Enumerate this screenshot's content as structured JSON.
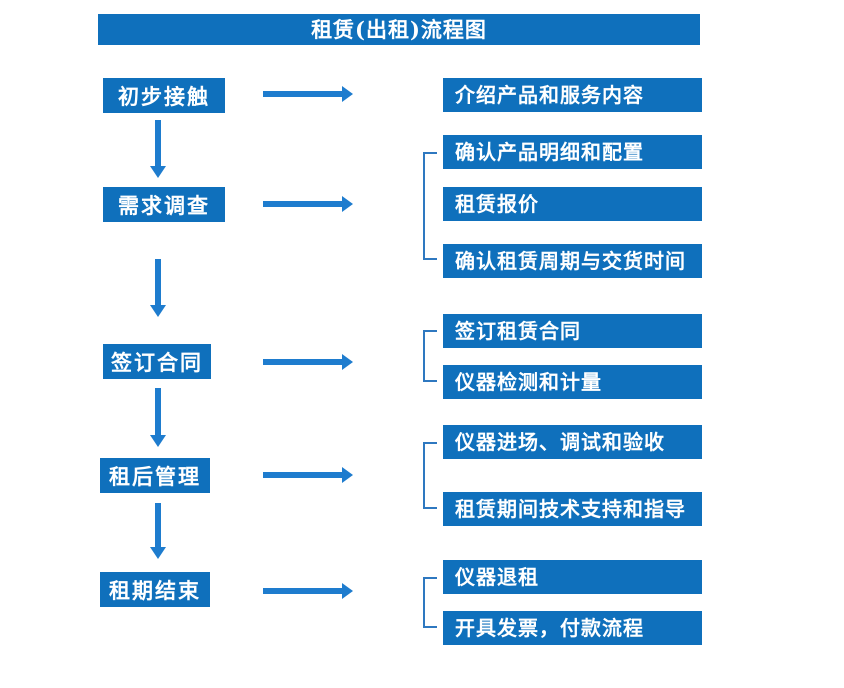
{
  "title": "租赁(出租)流程图",
  "colors": {
    "background": "#ffffff",
    "box_fill": "#0F70BC",
    "box_text": "#ffffff",
    "arrow": "#1E7CCE",
    "bracket": "#2E78C0"
  },
  "stages": [
    {
      "label": "初步接触",
      "details": [
        "介绍产品和服务内容"
      ]
    },
    {
      "label": "需求调查",
      "details": [
        "确认产品明细和配置",
        "租赁报价",
        "确认租赁周期与交货时间"
      ]
    },
    {
      "label": "签订合同",
      "details": [
        "签订租赁合同",
        "仪器检测和计量"
      ]
    },
    {
      "label": "租后管理",
      "details": [
        "仪器进场、调试和验收",
        "租赁期间技术支持和指导"
      ]
    },
    {
      "label": "租期结束",
      "details": [
        "仪器退租",
        "开具发票，付款流程"
      ]
    }
  ]
}
